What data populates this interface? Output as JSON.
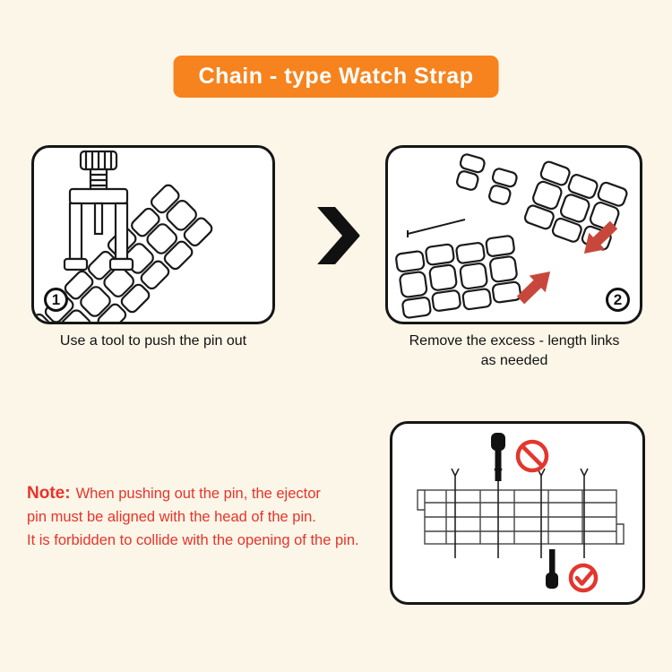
{
  "title": "Chain - type Watch Strap",
  "steps": [
    {
      "number": "1",
      "caption": "Use a tool to push the pin out",
      "illustration": "link-remover-tool-pushing-pin"
    },
    {
      "number": "2",
      "caption": "Remove the excess - length links as needed",
      "illustration": "separated-strap-links"
    }
  ],
  "note": {
    "label": "Note:",
    "lines": [
      "When pushing out the pin, the ejector",
      "pin must be aligned with the head of the pin.",
      "It is forbidden to collide with the opening of the pin."
    ]
  },
  "icons": {
    "between_steps": "chevron-right-icon",
    "wrong_way": "prohibition-icon",
    "right_way": "check-circle-icon"
  },
  "colors": {
    "background": "#fcf6e8",
    "banner_orange": "#f6831d",
    "note_red": "#e8332a",
    "arrow_red": "#c8473c",
    "line_black": "#161616",
    "panel_white": "#ffffff"
  }
}
